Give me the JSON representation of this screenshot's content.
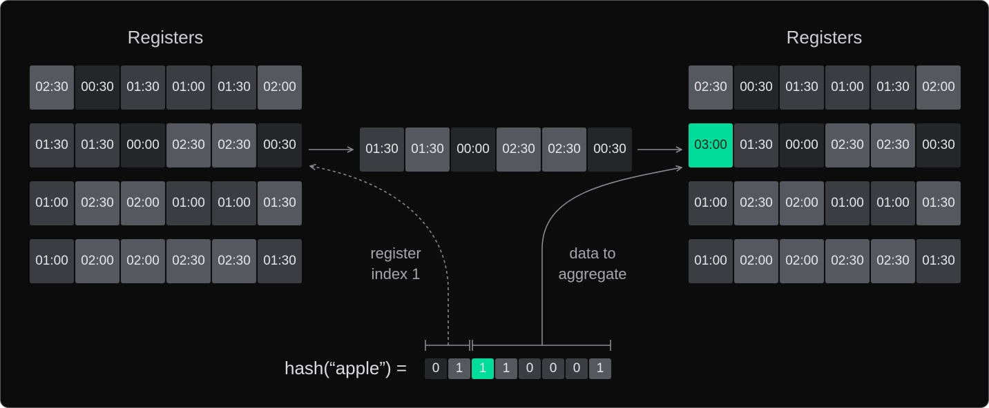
{
  "left": {
    "title": "Registers",
    "rows": [
      [
        {
          "v": "02:30",
          "s": 1
        },
        {
          "v": "00:30",
          "s": 3
        },
        {
          "v": "01:30",
          "s": 2
        },
        {
          "v": "01:00",
          "s": 2
        },
        {
          "v": "01:30",
          "s": 2
        },
        {
          "v": "02:00",
          "s": 1
        }
      ],
      [
        {
          "v": "01:30",
          "s": 2
        },
        {
          "v": "01:30",
          "s": 2
        },
        {
          "v": "00:00",
          "s": 3
        },
        {
          "v": "02:30",
          "s": 1
        },
        {
          "v": "02:30",
          "s": 1
        },
        {
          "v": "00:30",
          "s": 3
        }
      ],
      [
        {
          "v": "01:00",
          "s": 2
        },
        {
          "v": "02:30",
          "s": 1
        },
        {
          "v": "02:00",
          "s": 1
        },
        {
          "v": "01:00",
          "s": 2
        },
        {
          "v": "01:00",
          "s": 2
        },
        {
          "v": "01:30",
          "s": 1
        }
      ],
      [
        {
          "v": "01:00",
          "s": 2
        },
        {
          "v": "02:00",
          "s": 1
        },
        {
          "v": "02:00",
          "s": 1
        },
        {
          "v": "02:30",
          "s": 1
        },
        {
          "v": "02:30",
          "s": 1
        },
        {
          "v": "01:30",
          "s": 2
        }
      ]
    ]
  },
  "middle": {
    "row": [
      {
        "v": "01:30",
        "s": 2
      },
      {
        "v": "01:30",
        "s": 1
      },
      {
        "v": "00:00",
        "s": 3
      },
      {
        "v": "02:30",
        "s": 1
      },
      {
        "v": "02:30",
        "s": 1
      },
      {
        "v": "00:30",
        "s": 3
      }
    ]
  },
  "right": {
    "title": "Registers",
    "rows": [
      [
        {
          "v": "02:30",
          "s": 1
        },
        {
          "v": "00:30",
          "s": 3
        },
        {
          "v": "01:30",
          "s": 2
        },
        {
          "v": "01:00",
          "s": 2
        },
        {
          "v": "01:30",
          "s": 2
        },
        {
          "v": "02:00",
          "s": 1
        }
      ],
      [
        {
          "v": "03:00",
          "s": "hl"
        },
        {
          "v": "01:30",
          "s": 2
        },
        {
          "v": "00:00",
          "s": 3
        },
        {
          "v": "02:30",
          "s": 1
        },
        {
          "v": "02:30",
          "s": 1
        },
        {
          "v": "00:30",
          "s": 3
        }
      ],
      [
        {
          "v": "01:00",
          "s": 2
        },
        {
          "v": "02:30",
          "s": 1
        },
        {
          "v": "02:00",
          "s": 1
        },
        {
          "v": "01:00",
          "s": 2
        },
        {
          "v": "01:00",
          "s": 2
        },
        {
          "v": "01:30",
          "s": 1
        }
      ],
      [
        {
          "v": "01:00",
          "s": 2
        },
        {
          "v": "02:00",
          "s": 1
        },
        {
          "v": "02:00",
          "s": 1
        },
        {
          "v": "02:30",
          "s": 1
        },
        {
          "v": "02:30",
          "s": 1
        },
        {
          "v": "01:30",
          "s": 2
        }
      ]
    ]
  },
  "labels": {
    "register_index": [
      "register",
      "index 1"
    ],
    "data_to_aggregate": [
      "data to",
      "aggregate"
    ]
  },
  "hash": {
    "expression": "hash(“apple”) =",
    "bits": [
      {
        "v": "0",
        "s": 3
      },
      {
        "v": "1",
        "s": 1
      },
      {
        "v": "1",
        "s": "hl"
      },
      {
        "v": "1",
        "s": 1
      },
      {
        "v": "0",
        "s": 2
      },
      {
        "v": "0",
        "s": 2
      },
      {
        "v": "0",
        "s": 2
      },
      {
        "v": "1",
        "s": 1
      }
    ]
  },
  "colors": {
    "highlight": "#00dc9a",
    "background": "#0c0c0d",
    "shade_light": "#56585f",
    "shade_mid": "#3c3d42",
    "shade_dark": "#25262a"
  }
}
